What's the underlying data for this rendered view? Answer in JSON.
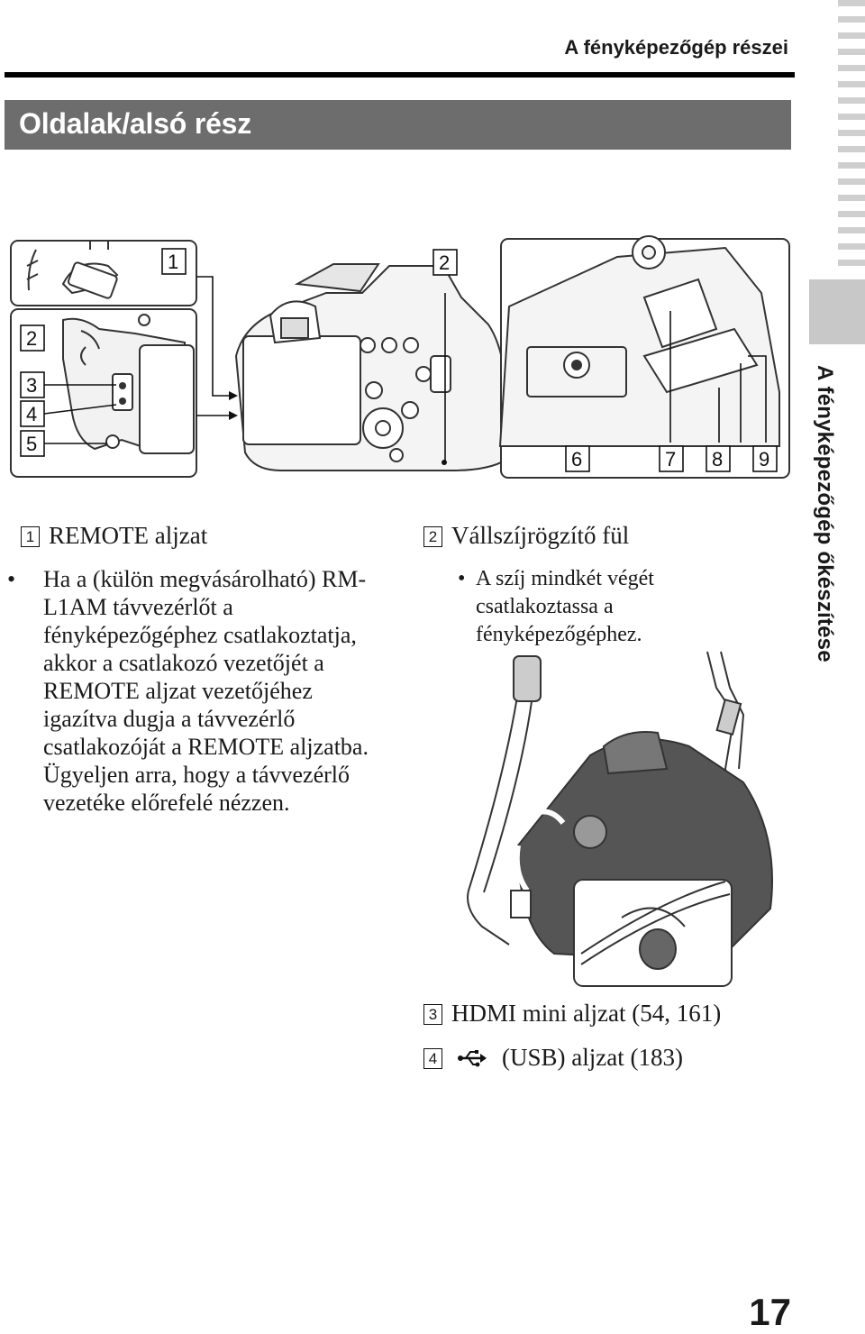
{
  "header": {
    "running_title": "A fényképezőgép részei",
    "section_title": "Oldalak/alsó rész"
  },
  "side_tab": {
    "text": "A fényképezőgép őkészítése"
  },
  "diagram": {
    "callouts": [
      "1",
      "2",
      "3",
      "4",
      "5",
      "2",
      "6",
      "7",
      "8",
      "9"
    ]
  },
  "items": {
    "remote": {
      "number": "1",
      "heading": "REMOTE aljzat",
      "bullet": "Ha a (külön megvásárolható) RM-L1AM távvezérlőt a fényképezőgéphez csatlakoztatja, akkor a csatlakozó vezetőjét a REMOTE aljzat vezetőjéhez igazítva dugja a távvezérlő csatlakozóját a REMOTE aljzatba. Ügyeljen arra, hogy a távvezérlő vezetéke előrefelé nézzen."
    },
    "strap": {
      "number": "2",
      "heading": "Vállszíjrögzítő fül",
      "bullet": "A szíj mindkét végét csatlakoztassa a fényképezőgéphez."
    },
    "hdmi": {
      "number": "3",
      "heading": "HDMI mini aljzat (54, 161)"
    },
    "usb": {
      "number": "4",
      "icon": "usb-icon",
      "heading": "(USB) aljzat (183)"
    }
  },
  "page_number": "17"
}
